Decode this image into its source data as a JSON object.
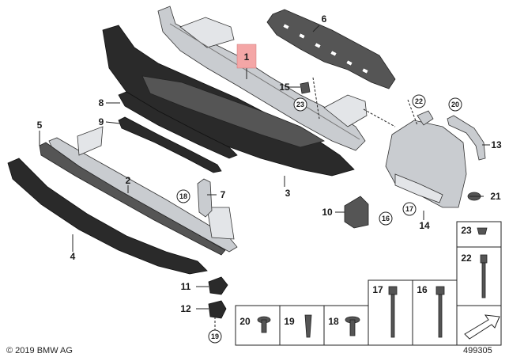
{
  "diagram": {
    "part_numbers": {
      "p1": "1",
      "p2": "2",
      "p3": "3",
      "p4": "4",
      "p5": "5",
      "p6": "6",
      "p7": "7",
      "p8": "8",
      "p9": "9",
      "p10": "10",
      "p11": "11",
      "p12": "12",
      "p13": "13",
      "p14": "14",
      "p15": "15",
      "p16": "16",
      "p17": "17",
      "p18": "18",
      "p19": "19",
      "p20": "20",
      "p21": "21",
      "p22": "22",
      "p23": "23"
    },
    "circled_refs": {
      "c23_upper": "23",
      "c22_upper": "22",
      "c20_upper": "20",
      "c18_left": "18",
      "c16_lower": "16",
      "c17_lower": "17",
      "c19_lower": "19"
    },
    "hardware_table": {
      "row_top": [
        "23",
        "22"
      ],
      "row_bottom": [
        "20",
        "19",
        "18",
        "17",
        "16"
      ]
    },
    "highlight_color": "#f4a6a6",
    "copyright": "© 2019 BMW AG",
    "diagram_number": "499305"
  }
}
